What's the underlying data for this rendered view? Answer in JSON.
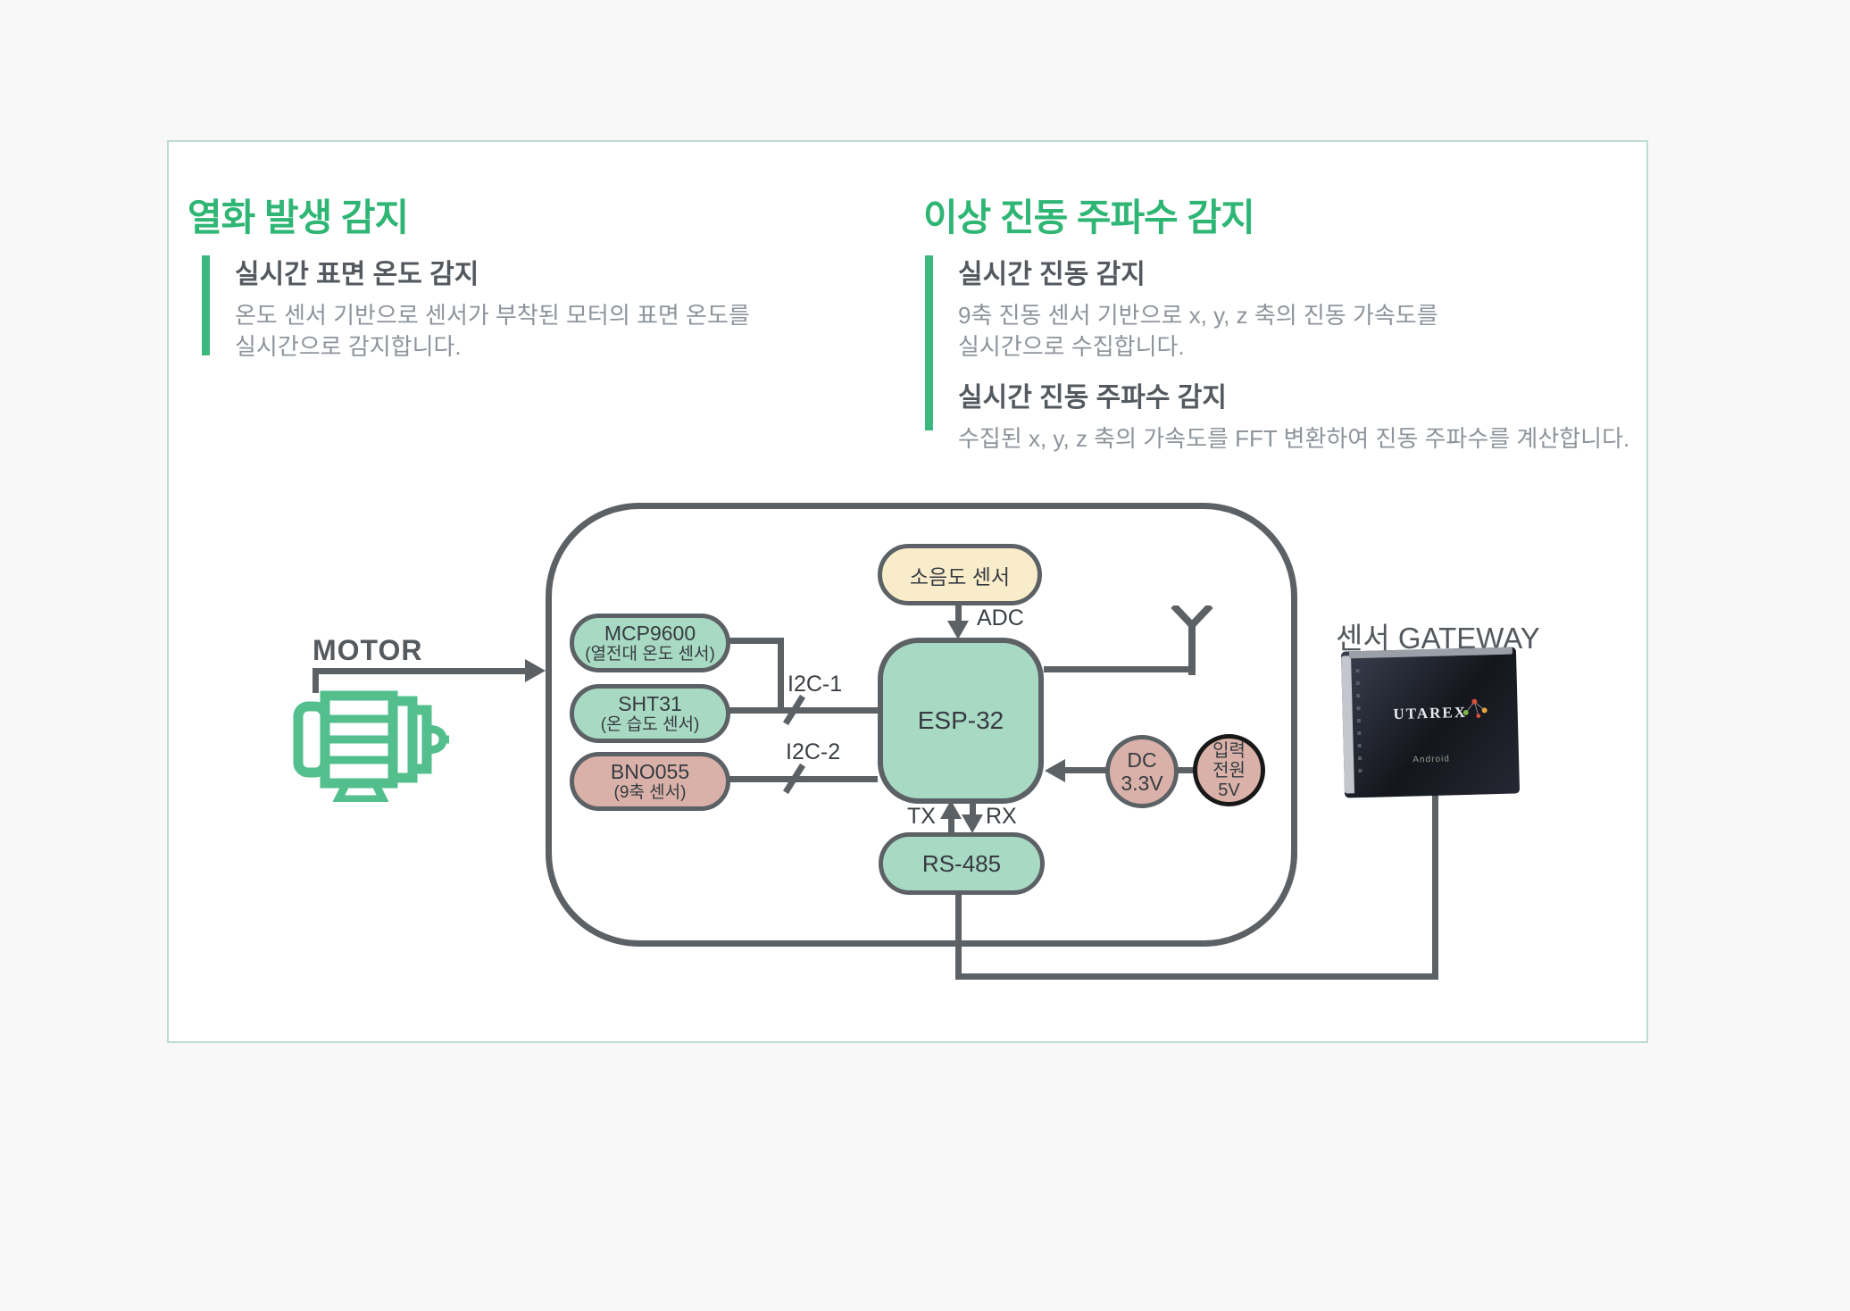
{
  "sections": {
    "left": {
      "title": "열화 발생 감지",
      "items": [
        {
          "heading": "실시간 표면 온도 감지",
          "body_lines": [
            "온도 센서 기반으로 센서가 부착된 모터의 표면 온도를",
            "실시간으로 감지합니다."
          ]
        }
      ]
    },
    "right": {
      "title": "이상 진동 주파수 감지",
      "items": [
        {
          "heading": "실시간 진동 감지",
          "body_lines": [
            "9축 진동 센서 기반으로 x, y, z 축의 진동 가속도를",
            "실시간으로 수집합니다."
          ]
        },
        {
          "heading": "실시간 진동 주파수 감지",
          "body_lines": [
            "수집된 x, y, z 축의 가속도를 FFT 변환하여 진동 주파수를 계산합니다."
          ]
        }
      ]
    }
  },
  "diagram": {
    "motor_label": "MOTOR",
    "nodes": {
      "noise_sensor": {
        "label": "소음도 센서"
      },
      "mcp9600": {
        "line1": "MCP9600",
        "line2": "(열전대 온도 센서)"
      },
      "sht31": {
        "line1": "SHT31",
        "line2": "(온 습도 센서)"
      },
      "bno055": {
        "line1": "BNO055",
        "line2": "(9축 센서)"
      },
      "esp32": {
        "label": "ESP-32"
      },
      "rs485": {
        "label": "RS-485"
      },
      "dc": {
        "line1": "DC",
        "line2": "3.3V"
      },
      "power": {
        "line1": "입력",
        "line2": "전원",
        "line3": "5V"
      }
    },
    "edge_labels": {
      "adc": "ADC",
      "i2c1": "I2C-1",
      "i2c2": "I2C-2",
      "tx": "TX",
      "rx": "RX"
    },
    "gateway": {
      "label": "센서 GATEWAY",
      "device_brand": "UTAREX",
      "device_os": "Android"
    }
  },
  "colors": {
    "accent_green": "#2fb574",
    "bar_green": "#3cb87e",
    "motor_green": "#52bf8c",
    "teal_node": "#a8d9c3",
    "pink_node": "#d9b1a8",
    "cream_node": "#f9ecca",
    "line_gray": "#5c6165",
    "card_border": "#bcdccc",
    "heading_gray": "#54595f",
    "body_gray": "#8e949c"
  }
}
